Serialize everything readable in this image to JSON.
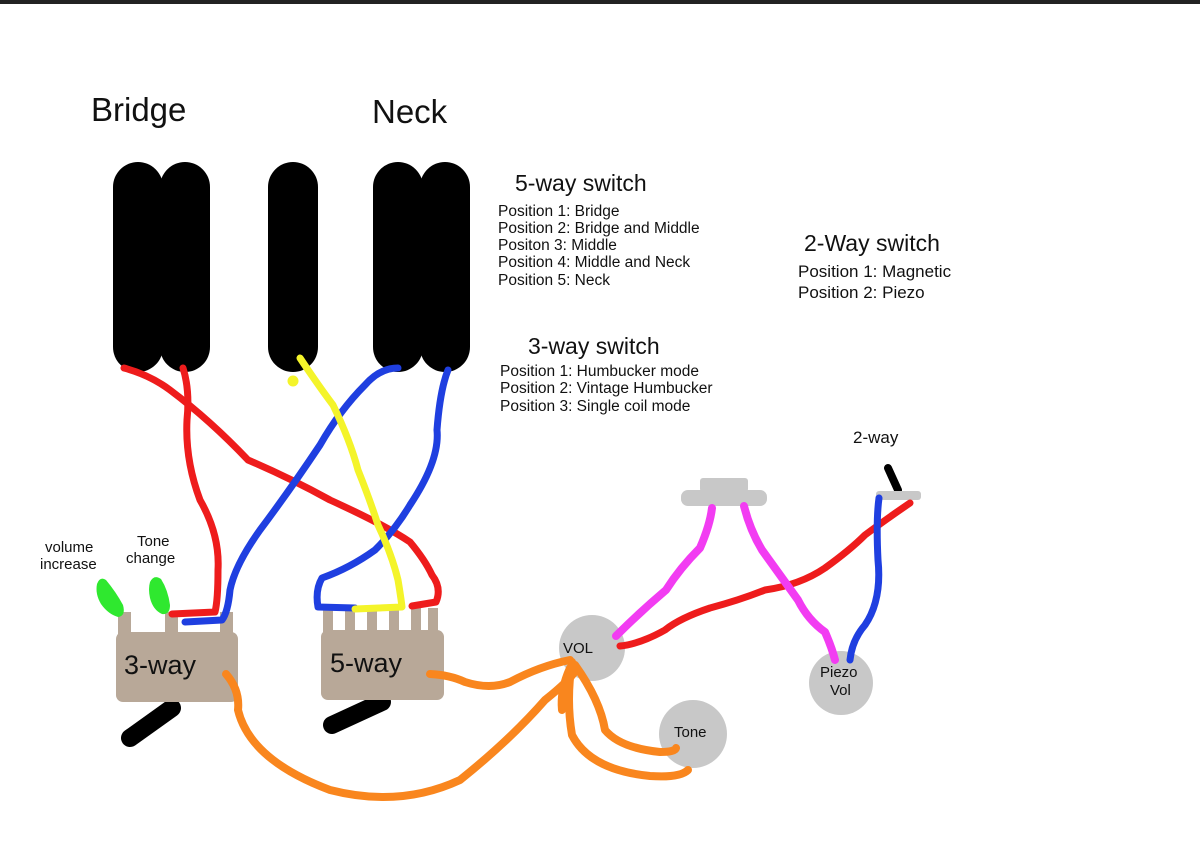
{
  "pickups": {
    "bridge_label": "Bridge",
    "neck_label": "Neck"
  },
  "five_way": {
    "title": "5-way switch",
    "positions": [
      "Position 1: Bridge",
      "Position 2: Bridge and Middle",
      "Positon 3: Middle",
      "Position 4: Middle and Neck",
      "Position 5: Neck"
    ]
  },
  "three_way": {
    "title": "3-way switch",
    "positions": [
      "Position 1: Humbucker mode",
      "Position 2: Vintage Humbucker",
      "Position 3: Single coil mode"
    ]
  },
  "two_way": {
    "title": "2-Way switch",
    "positions": [
      "Position 1: Magnetic",
      "Position 2: Piezo"
    ],
    "component_label": "2-way"
  },
  "buttons": {
    "volume_line1": "volume",
    "volume_line2": "increase",
    "tone_line1": "Tone",
    "tone_line2": "change"
  },
  "components": {
    "three_way_label": "3-way",
    "five_way_label": "5-way",
    "vol_label": "VOL",
    "tone_label": "Tone",
    "piezo_line1": "Piezo",
    "piezo_line2": "Vol"
  },
  "colors": {
    "pickup": "#000000",
    "switch_body": "#b8a898",
    "knob": "#c8c8c8",
    "wire_red": "#ee1c1c",
    "wire_blue": "#1f3fe0",
    "wire_yellow": "#f4f42a",
    "wire_orange": "#f9861e",
    "wire_magenta": "#f23cf2",
    "button_green": "#2fe82f"
  }
}
